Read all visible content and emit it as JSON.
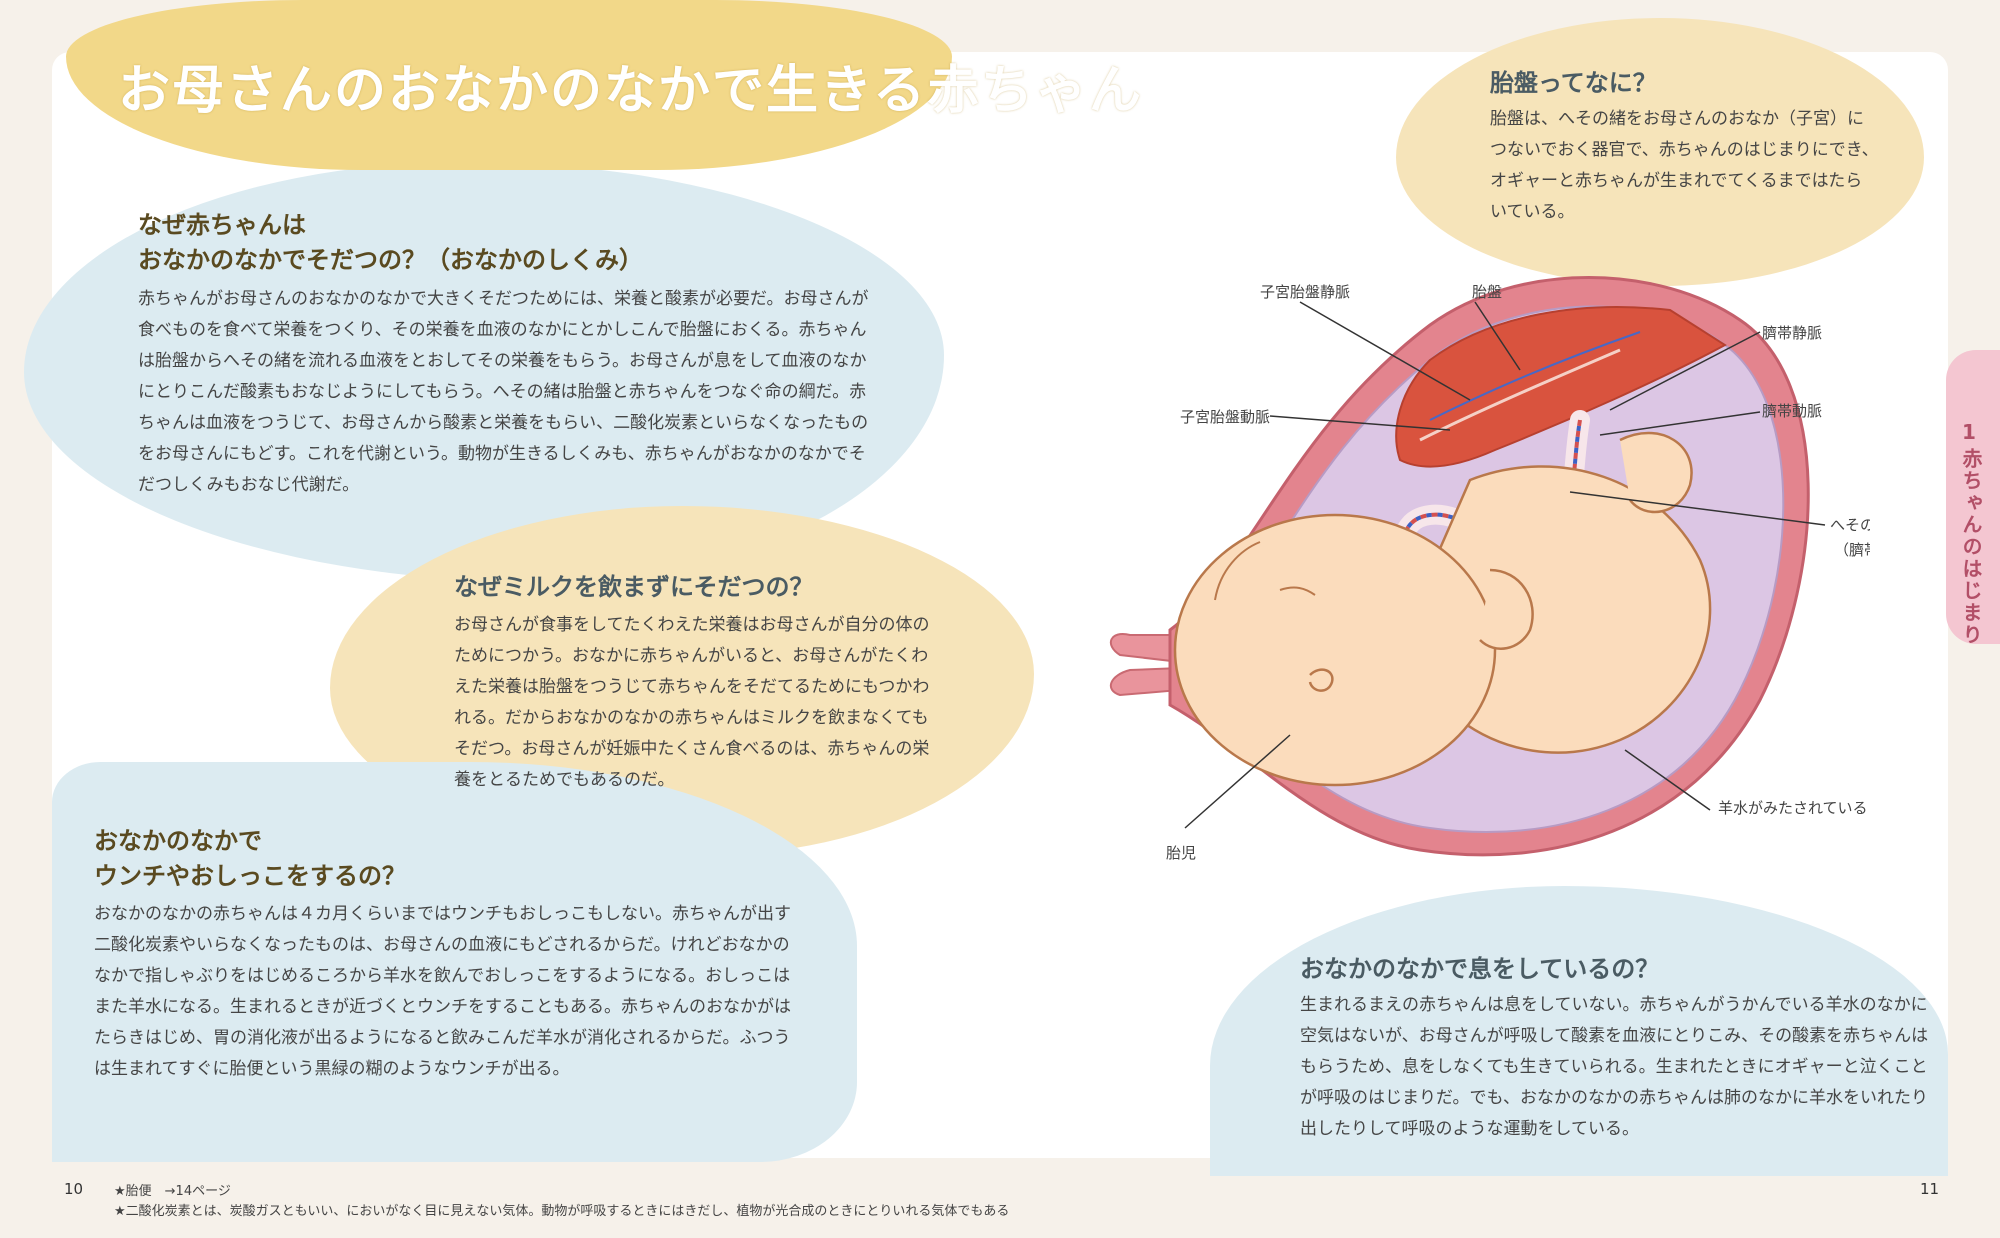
{
  "header": {
    "title": "お母さんのおなかのなかで生きる赤ちゃん"
  },
  "sections": {
    "s1": {
      "title_line1": "なぜ赤ちゃんは",
      "title_line2": "おなかのなかでそだつの？（おなかのしくみ）",
      "lines": [
        "赤ちゃんがお母さんのおなかのなかで大きくそだつためには、栄養と酸素が必要だ。お母さんが",
        "食べものを食べて栄養をつくり、その栄養を血液のなかにとかしこんで胎盤におくる。赤ちゃん",
        "は胎盤からへその緒を流れる血液をとおしてその栄養をもらう。お母さんが息をして血液のなか",
        "にとりこんだ酸素もおなじようにしてもらう。へその緒は胎盤と赤ちゃんをつなぐ命の綱だ。赤",
        "ちゃんは血液をつうじて、お母さんから酸素と栄養をもらい、二酸化炭素といらなくなったもの",
        "をお母さんにもどす。これを代謝という。動物が生きるしくみも、赤ちゃんがおなかのなかでそ",
        "だつしくみもおなじ代謝だ。"
      ]
    },
    "s2": {
      "title": "なぜミルクを飲まずにそだつの？",
      "lines": [
        "お母さんが食事をしてたくわえた栄養はお母さんが自分の体の",
        "ためにつかう。おなかに赤ちゃんがいると、お母さんがたくわ",
        "えた栄養は胎盤をつうじて赤ちゃんをそだてるためにもつかわ",
        "れる。だからおなかのなかの赤ちゃんはミルクを飲まなくても",
        "そだつ。お母さんが妊娠中たくさん食べるのは、赤ちゃんの栄",
        "養をとるためでもあるのだ。"
      ]
    },
    "s3": {
      "title_line1": "おなかのなかで",
      "title_line2": "ウンチやおしっこをするの？",
      "lines": [
        "おなかのなかの赤ちゃんは４カ月くらいまではウンチもおしっこもしない。赤ちゃんが出す",
        "二酸化炭素やいらなくなったものは、お母さんの血液にもどされるからだ。けれどおなかの",
        "なかで指しゃぶりをはじめるころから羊水を飲んでおしっこをするようになる。おしっこは",
        "また羊水になる。生まれるときが近づくとウンチをすることもある。赤ちゃんのおなかがは",
        "たらきはじめ、胃の消化液が出るようになると飲みこんだ羊水が消化されるからだ。ふつう",
        "は生まれてすぐに胎便という黒緑の糊のようなウンチが出る。"
      ]
    },
    "s4": {
      "title": "胎盤ってなに？",
      "lines": [
        "胎盤は、へその緒をお母さんのおなか（子宮）に",
        "つないでおく器官で、赤ちゃんのはじまりにでき、",
        "オギャーと赤ちゃんが生まれでてくるまではたら",
        "いている。"
      ]
    },
    "s5": {
      "title": "おなかのなかで息をしているの？",
      "lines": [
        "生まれるまえの赤ちゃんは息をしていない。赤ちゃんがうかんでいる羊水のなかに",
        "空気はないが、お母さんが呼吸して酸素を血液にとりこみ、その酸素を赤ちゃんは",
        "もらうため、息をしなくても生きていられる。生まれたときにオギャーと泣くこと",
        "が呼吸のはじまりだ。でも、おなかのなかの赤ちゃんは肺のなかに羊水をいれたり",
        "出したりして呼吸のような運動をしている。"
      ]
    }
  },
  "diagram": {
    "labels": {
      "uterine_vein": "子宮胎盤静脈",
      "placenta": "胎盤",
      "umbilical_vein": "臍帯静脈",
      "uterine_artery": "子宮胎盤動脈",
      "umbilical_artery": "臍帯動脈",
      "cord_1": "へその緒",
      "cord_2": "（臍帯）",
      "amniotic": "羊水がみたされている",
      "fetus": "胎児"
    }
  },
  "side_tab": {
    "number": "1",
    "text": "赤ちゃんのはじまり"
  },
  "footer": {
    "page_left": "10",
    "page_right": "11",
    "note1": "★胎便　→14ページ",
    "note2": "★二酸化炭素とは、炭酸ガスともいい、においがなく目に見えない気体。動物が呼吸するときにはきだし、植物が光合成のときにとりいれる気体でもある"
  },
  "colors": {
    "title_blob": "#f2d889",
    "blue_blob": "#dcebf1",
    "cream_blob": "#f6e4ba",
    "uterus": "#e5808b",
    "amniotic": "#dcc6e4",
    "fetus_skin": "#fbdcbc"
  }
}
